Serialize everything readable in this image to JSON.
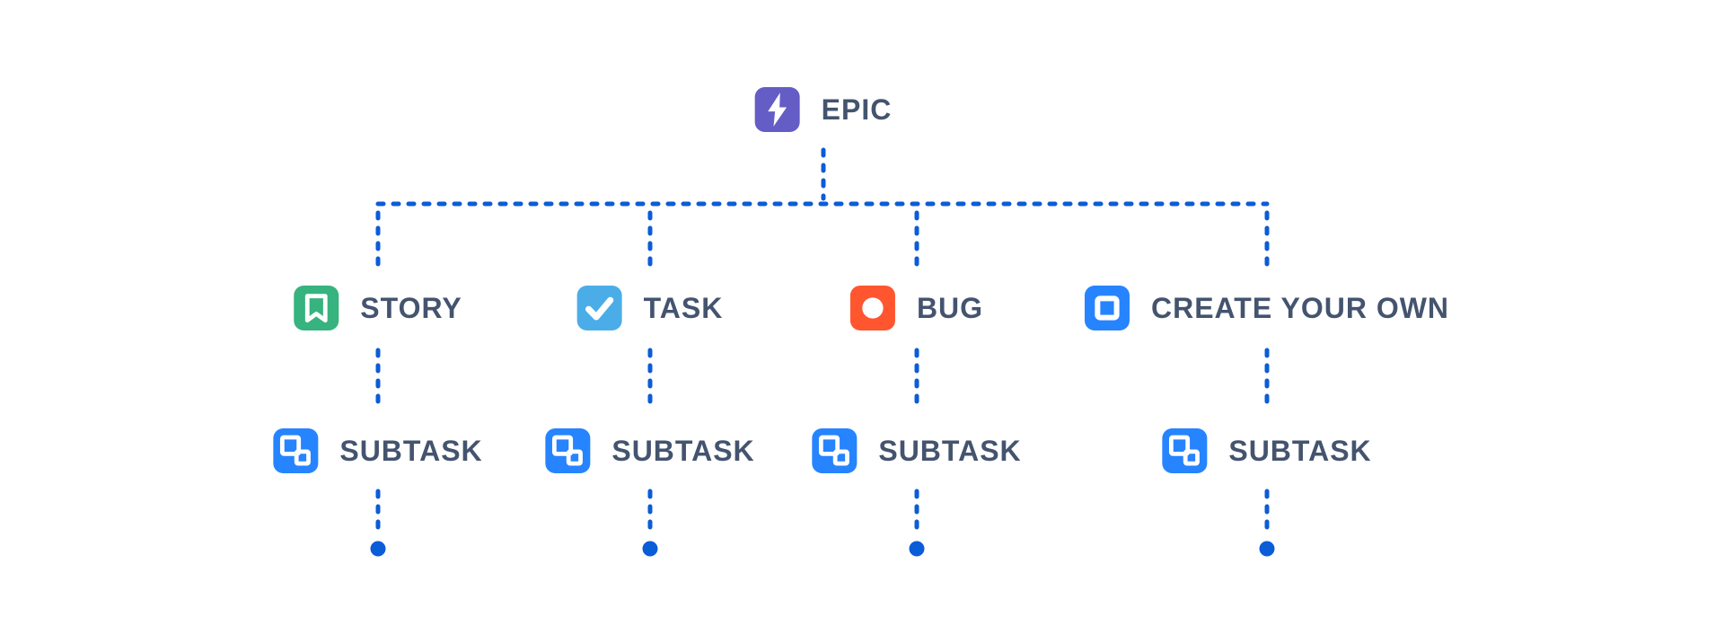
{
  "colors": {
    "background": "#FFFFFF",
    "line": "#0B5CD7",
    "text": "#44546F",
    "icon_glyph": "#FFFFFF"
  },
  "root": {
    "label": "EPIC",
    "icon": "lightning-bolt-icon",
    "color": "#655DC6"
  },
  "types": [
    {
      "label": "STORY",
      "icon": "bookmark-icon",
      "color": "#36B37E"
    },
    {
      "label": "TASK",
      "icon": "checkmark-icon",
      "color": "#4BADE8"
    },
    {
      "label": "BUG",
      "icon": "dot-circle-icon",
      "color": "#FF5630"
    },
    {
      "label": "CREATE YOUR OWN",
      "icon": "square-outline-icon",
      "color": "#2684FF"
    }
  ],
  "subtasks": [
    {
      "label": "SUBTASK",
      "icon": "subtask-squares-icon",
      "color": "#2684FF"
    },
    {
      "label": "SUBTASK",
      "icon": "subtask-squares-icon",
      "color": "#2684FF"
    },
    {
      "label": "SUBTASK",
      "icon": "subtask-squares-icon",
      "color": "#2684FF"
    },
    {
      "label": "SUBTASK",
      "icon": "subtask-squares-icon",
      "color": "#2684FF"
    }
  ]
}
